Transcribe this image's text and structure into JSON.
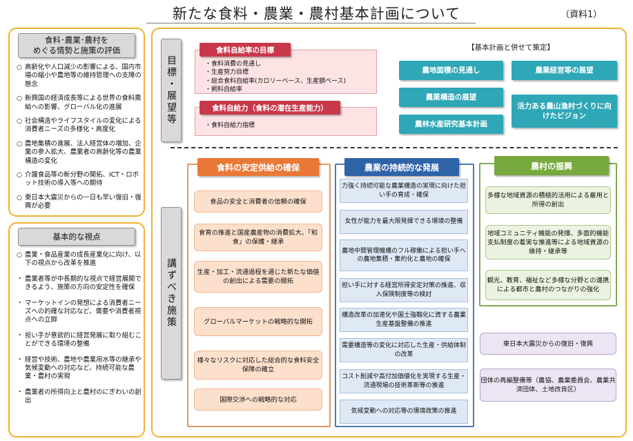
{
  "header": {
    "title": "新たな食料・農業・農村基本計画について",
    "doc_label": "（資料1）"
  },
  "left_top": {
    "title_line1": "食料･農業･農村を",
    "title_line2": "めぐる情勢と施策の評価",
    "marker": "○",
    "items": [
      "高齢化や人口減少の影響による、国内市場の縮小や農地等の維持管理への支障の懸念",
      "新興国の経済成長等による世界の食料需給への影響、グローバル化の進展",
      "社会構造やライフスタイルの変化による消費者ニーズの多様化・高度化",
      "農地集積の進展、法人経営体の増加、企業の参入拡大、農業者の高齢化等の農業構造の変化",
      "介護食品等の新分野の開拓、ICT・ロボット技術の導入等への期待",
      "東日本大震災からの一日も早い復旧・復興が必要"
    ]
  },
  "left_bottom": {
    "title": "基本的な視点",
    "lead_marker": "○",
    "lead": "農業・食品産業の成長産業化に向け、以下の視点から改革を推進",
    "bullet": "・",
    "items": [
      "農業者等が中長期的な視点で経営展開できるよう、施策の方向の安定性を確保",
      "マーケットインの発想による消費者ニーズへの的確な対応など、需要や消費者視点への立脚",
      "担い手が意欲的に経営発展に取り組むことができる環境の整備",
      "経営や技術、農地や農業用水等の継承や気候変動への対応など、持続可能な農業・農村の実現",
      "農業者の所得向上と農村のにぎわいの創出"
    ]
  },
  "goals": {
    "vertical_label": "目標・展望等",
    "self_sufficiency": {
      "title": "食料自給率の目標",
      "items": [
        "・食料消費の見通し",
        "・生産努力目標",
        "・総合食料自給率(カロリーベース、生産額ベース)",
        "・飼料自給率"
      ]
    },
    "capacity": {
      "title": "食料自給力（食料の潜在生産能力）",
      "items": [
        "・食料自給力指標"
      ]
    },
    "joint": {
      "title": "【基本計画と併せて策定】",
      "boxes": [
        "農地面積の見通し",
        "農業構造の展望",
        "農林水産研究基本計画",
        "農業経営等の展望",
        "活力ある農山漁村づくりに向けたビジョン"
      ]
    }
  },
  "measures": {
    "vertical_label": "講ずべき施策",
    "food": {
      "title": "食料の安定供給の確保",
      "items": [
        "食品の安全と消費者の信頼の確保",
        "食育の推進と国産農産物の消費拡大、「和食」の保護・継承",
        "生産・加工・流通過程を通じた新たな価値の創出による需要の開拓",
        "グローバルマーケットの戦略的な開拓",
        "様々なリスクに対応した総合的な食料安全保障の確立",
        "国際交渉への戦略的な対応"
      ]
    },
    "agri": {
      "title": "農業の持続的な発展",
      "items": [
        "力強く持続可能な農業構造の実現に向けた担い手の育成・確保",
        "女性が能力を最大限発揮できる環境の整備",
        "農地中間管理機構のフル稼働による担い手への農地集積・集約化と農地の確保",
        "担い手に対する経営所得安定対策の推進、収入保険制度等の検討",
        "構造改革の加速化や国土強靱化に資する農業生産基盤整備の推進",
        "需要構造等の変化に対応した生産・供給体制の改革",
        "コスト削減や高付加価値化を実現する生産・流通現場の技術革新等の推進",
        "気候変動への対応等の環境政策の推進"
      ]
    },
    "rural": {
      "title": "農村の振興",
      "items": [
        "多様な地域資源の積極的活用による雇用と所得の創出",
        "地域コミュニティ機能の発揮、多面的機能支払制度の着実な推進等による地域資源の維持・継承等",
        "観光、教育、福祉など多様な分野との連携による都市と農村のつながりの強化"
      ]
    },
    "recovery": "東日本大震災からの復旧・復興",
    "reform": "団体の再編整備等（農協、農業委員会、農業共済団体、土地改良区）"
  }
}
